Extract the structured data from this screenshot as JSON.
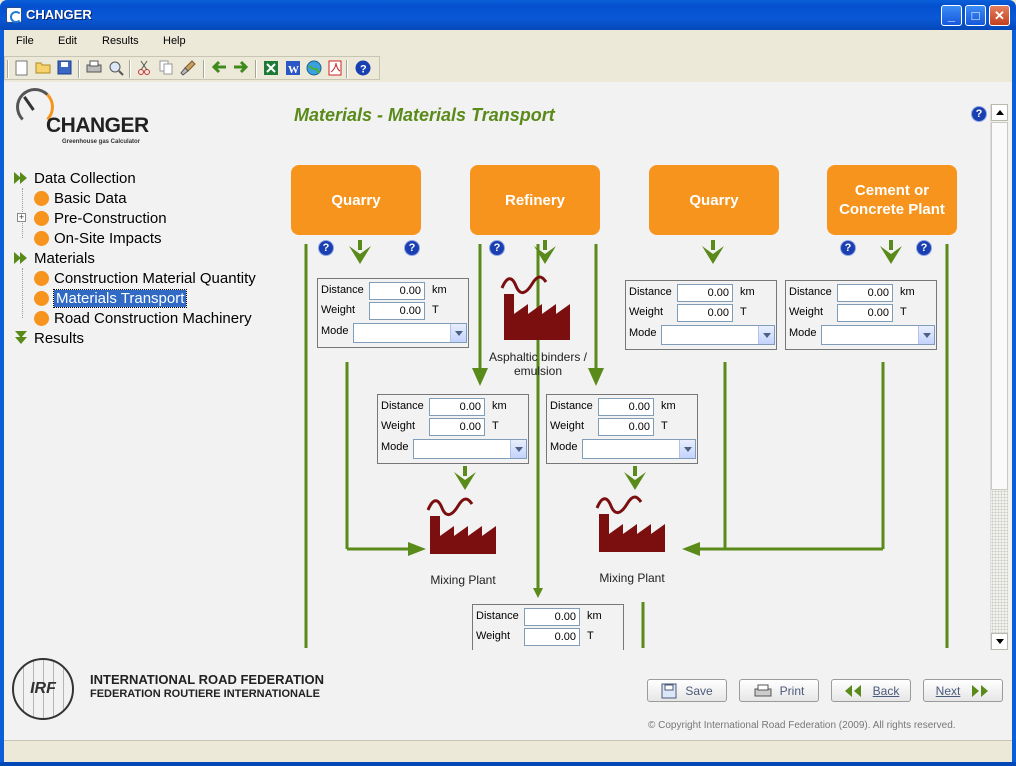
{
  "window": {
    "title": "CHANGER"
  },
  "menu": [
    "File",
    "Edit",
    "Results",
    "Help"
  ],
  "toolbar": {
    "icons": [
      "new-document-icon",
      "open-folder-icon",
      "save-disk-icon",
      "print-icon",
      "print-preview-icon",
      "cut-icon",
      "copy-icon",
      "clear-brush-icon",
      "back-arrow-icon",
      "forward-arrow-icon",
      "excel-icon",
      "word-icon",
      "globe-icon",
      "pdf-icon",
      "help-icon"
    ]
  },
  "logo": {
    "title": "CHANGER",
    "subtitle": "Greenhouse gas Calculator"
  },
  "tree": [
    {
      "label": "Data Collection"
    },
    {
      "label": "Basic Data"
    },
    {
      "label": "Pre-Construction"
    },
    {
      "label": "On-Site Impacts"
    },
    {
      "label": "Materials"
    },
    {
      "label": "Construction Material Quantity"
    },
    {
      "label": "Materials Transport"
    },
    {
      "label": "Road Construction Machinery"
    },
    {
      "label": "Results"
    }
  ],
  "page_title": "Materials - Materials Transport",
  "help_glyph": "?",
  "sources": [
    {
      "label": "Quarry"
    },
    {
      "label": "Refinery"
    },
    {
      "label": "Quarry"
    },
    {
      "label": "Cement or Concrete Plant"
    }
  ],
  "form_labels": {
    "distance": "Distance",
    "weight": "Weight",
    "mode": "Mode",
    "km": "km",
    "tonnes": "T"
  },
  "forms": [
    {
      "distance": "0.00",
      "weight": "0.00",
      "mode": ""
    },
    {
      "distance": "0.00",
      "weight": "0.00",
      "mode": ""
    },
    {
      "distance": "0.00",
      "weight": "0.00",
      "mode": ""
    },
    {
      "distance": "0.00",
      "weight": "0.00",
      "mode": ""
    },
    {
      "distance": "0.00",
      "weight": "0.00",
      "mode": ""
    },
    {
      "distance": "0.00",
      "weight": "0.00"
    }
  ],
  "factories": {
    "refinery_label": "Asphaltic binders / emulsion",
    "mixing_plant_label": "Mixing Plant"
  },
  "footer": {
    "org_abbrev": "IRF",
    "org_name": "INTERNATIONAL ROAD FEDERATION",
    "org_name_fr": "FEDERATION ROUTIERE INTERNATIONALE",
    "save": "Save",
    "print": "Print",
    "back": "Back",
    "next": "Next",
    "copyright": "© Copyright International Road Federation (2009). All rights reserved."
  },
  "colors": {
    "accent_green": "#5a8a1a",
    "source_orange": "#f7941d",
    "factory_red": "#7b0f0f",
    "selection_blue": "#316ac5"
  }
}
